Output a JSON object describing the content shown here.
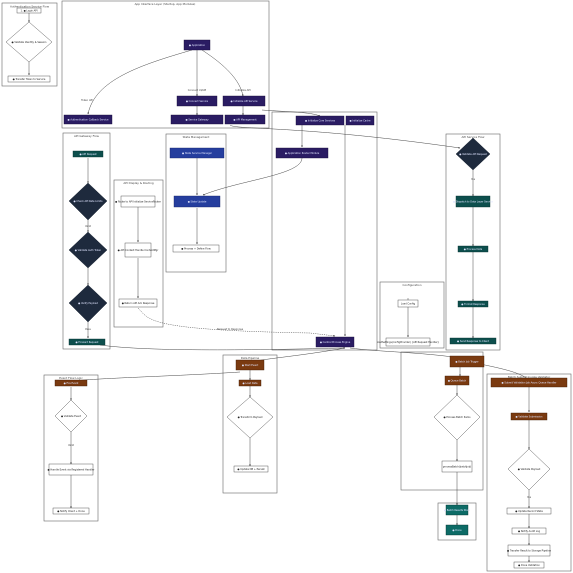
{
  "colors": {
    "purple": "#2a1c63",
    "purple_stroke": "#140c38",
    "blue": "#253e9e",
    "navy_diamond": "#1e2a3d",
    "teal": "#0d4f4d",
    "orange": "#7a3a10",
    "white_node": "#ffffff",
    "cluster_border": "#666666"
  },
  "clusters": {
    "left_top": "Authentication Service Flow",
    "top_layer": "App Interface Layer (Startup, App Modules)",
    "api_gateway": "API Gateway Flow",
    "ui_display": "API Display & Routing",
    "state_management": "State Management",
    "center": "",
    "configuration": "Configuration",
    "right_api": "API Service Flow",
    "bottom_left": "Event Flow Logic",
    "bottom_center": "Data Pipeline",
    "bottom_right": "Batch Submit Invoke Validator",
    "bottom_small": ""
  },
  "edge_labels": {
    "left_branch": "Token API",
    "center_branch": "Connect UI/API",
    "right_branch": "Initialize API",
    "dashed": "Request to Response",
    "yes1": "Valid",
    "yes2": "Pass",
    "yes3": "Yes",
    "yes4": "Valid",
    "yes5": "Yes"
  },
  "nodes": {
    "a_start": "1. ● Login API",
    "a_decision": "● Validate Identity & Session",
    "a_end": "● Transfer Token to Service",
    "top_root": "● Application",
    "top_mid": "● Connect Service",
    "top_left_out": "● Authentication Callback Service",
    "top_mid_out": "● Service Gateway",
    "top_right": "● Initialize API Service",
    "top_right_out": "● API Management",
    "gw_start": "● API Request",
    "gw_d1": "● Check API Rate Limits",
    "gw_d2": "● Validate Auth Token",
    "gw_d3": "● Verify Payload",
    "gw_end": "● Forward Request",
    "ui_1": "● Route to API Initialize ServiceRouter",
    "ui_2": "● API Context Handle ContextMgr",
    "ui_3": "● Return API Ack Response",
    "st_1": "● State Service Manager",
    "st_2": "● State Update",
    "st_3": "● Process + Define Flow",
    "c_top1": "● Initialize Core Services",
    "c_top2": "● Initialize Cache",
    "c_mid": "● Application Router Module",
    "c_end": "● Central Process Engine",
    "cfg_1": "Load Config",
    "cfg_2": "loadSettings(configProvider) {API Request Handler}",
    "r_d1": "● Validate API Request",
    "r_1": "● Dispatch to Data Layer Service",
    "r_2": "● Process Data",
    "r_3": "● Format Response",
    "r_end": "● Send Response to Client",
    "bc_start": "● Start Event",
    "bc_mid": "● Load Data",
    "bc_d": "● Transform Payload",
    "bc_end": "● Update DB + Persist",
    "bl_start": "● Fire Event",
    "bl_d": "● Validate Event",
    "bl_mid": "● Handle Event via Registered Handler",
    "bl_end": "● Notify Client + Done",
    "mid_top1": "● Batch Job Trigger",
    "mid_top2": "● Queue Batch",
    "mid_d": "● Process Batch Items",
    "mid_out": "processBatch(batchJob)",
    "ts_1": "● Batch Results Store",
    "ts_2": "● Done",
    "br_top": "● Submit Validation Job Async Queue Handler",
    "br_1": "● Validate Submission",
    "br_d": "● Validate Payload",
    "br_2": "● Update Record State",
    "br_3": "● Notify Audit Log",
    "br_4": "● Transfer Result to Storage Pipeline",
    "br_end": "● Done Validation"
  }
}
